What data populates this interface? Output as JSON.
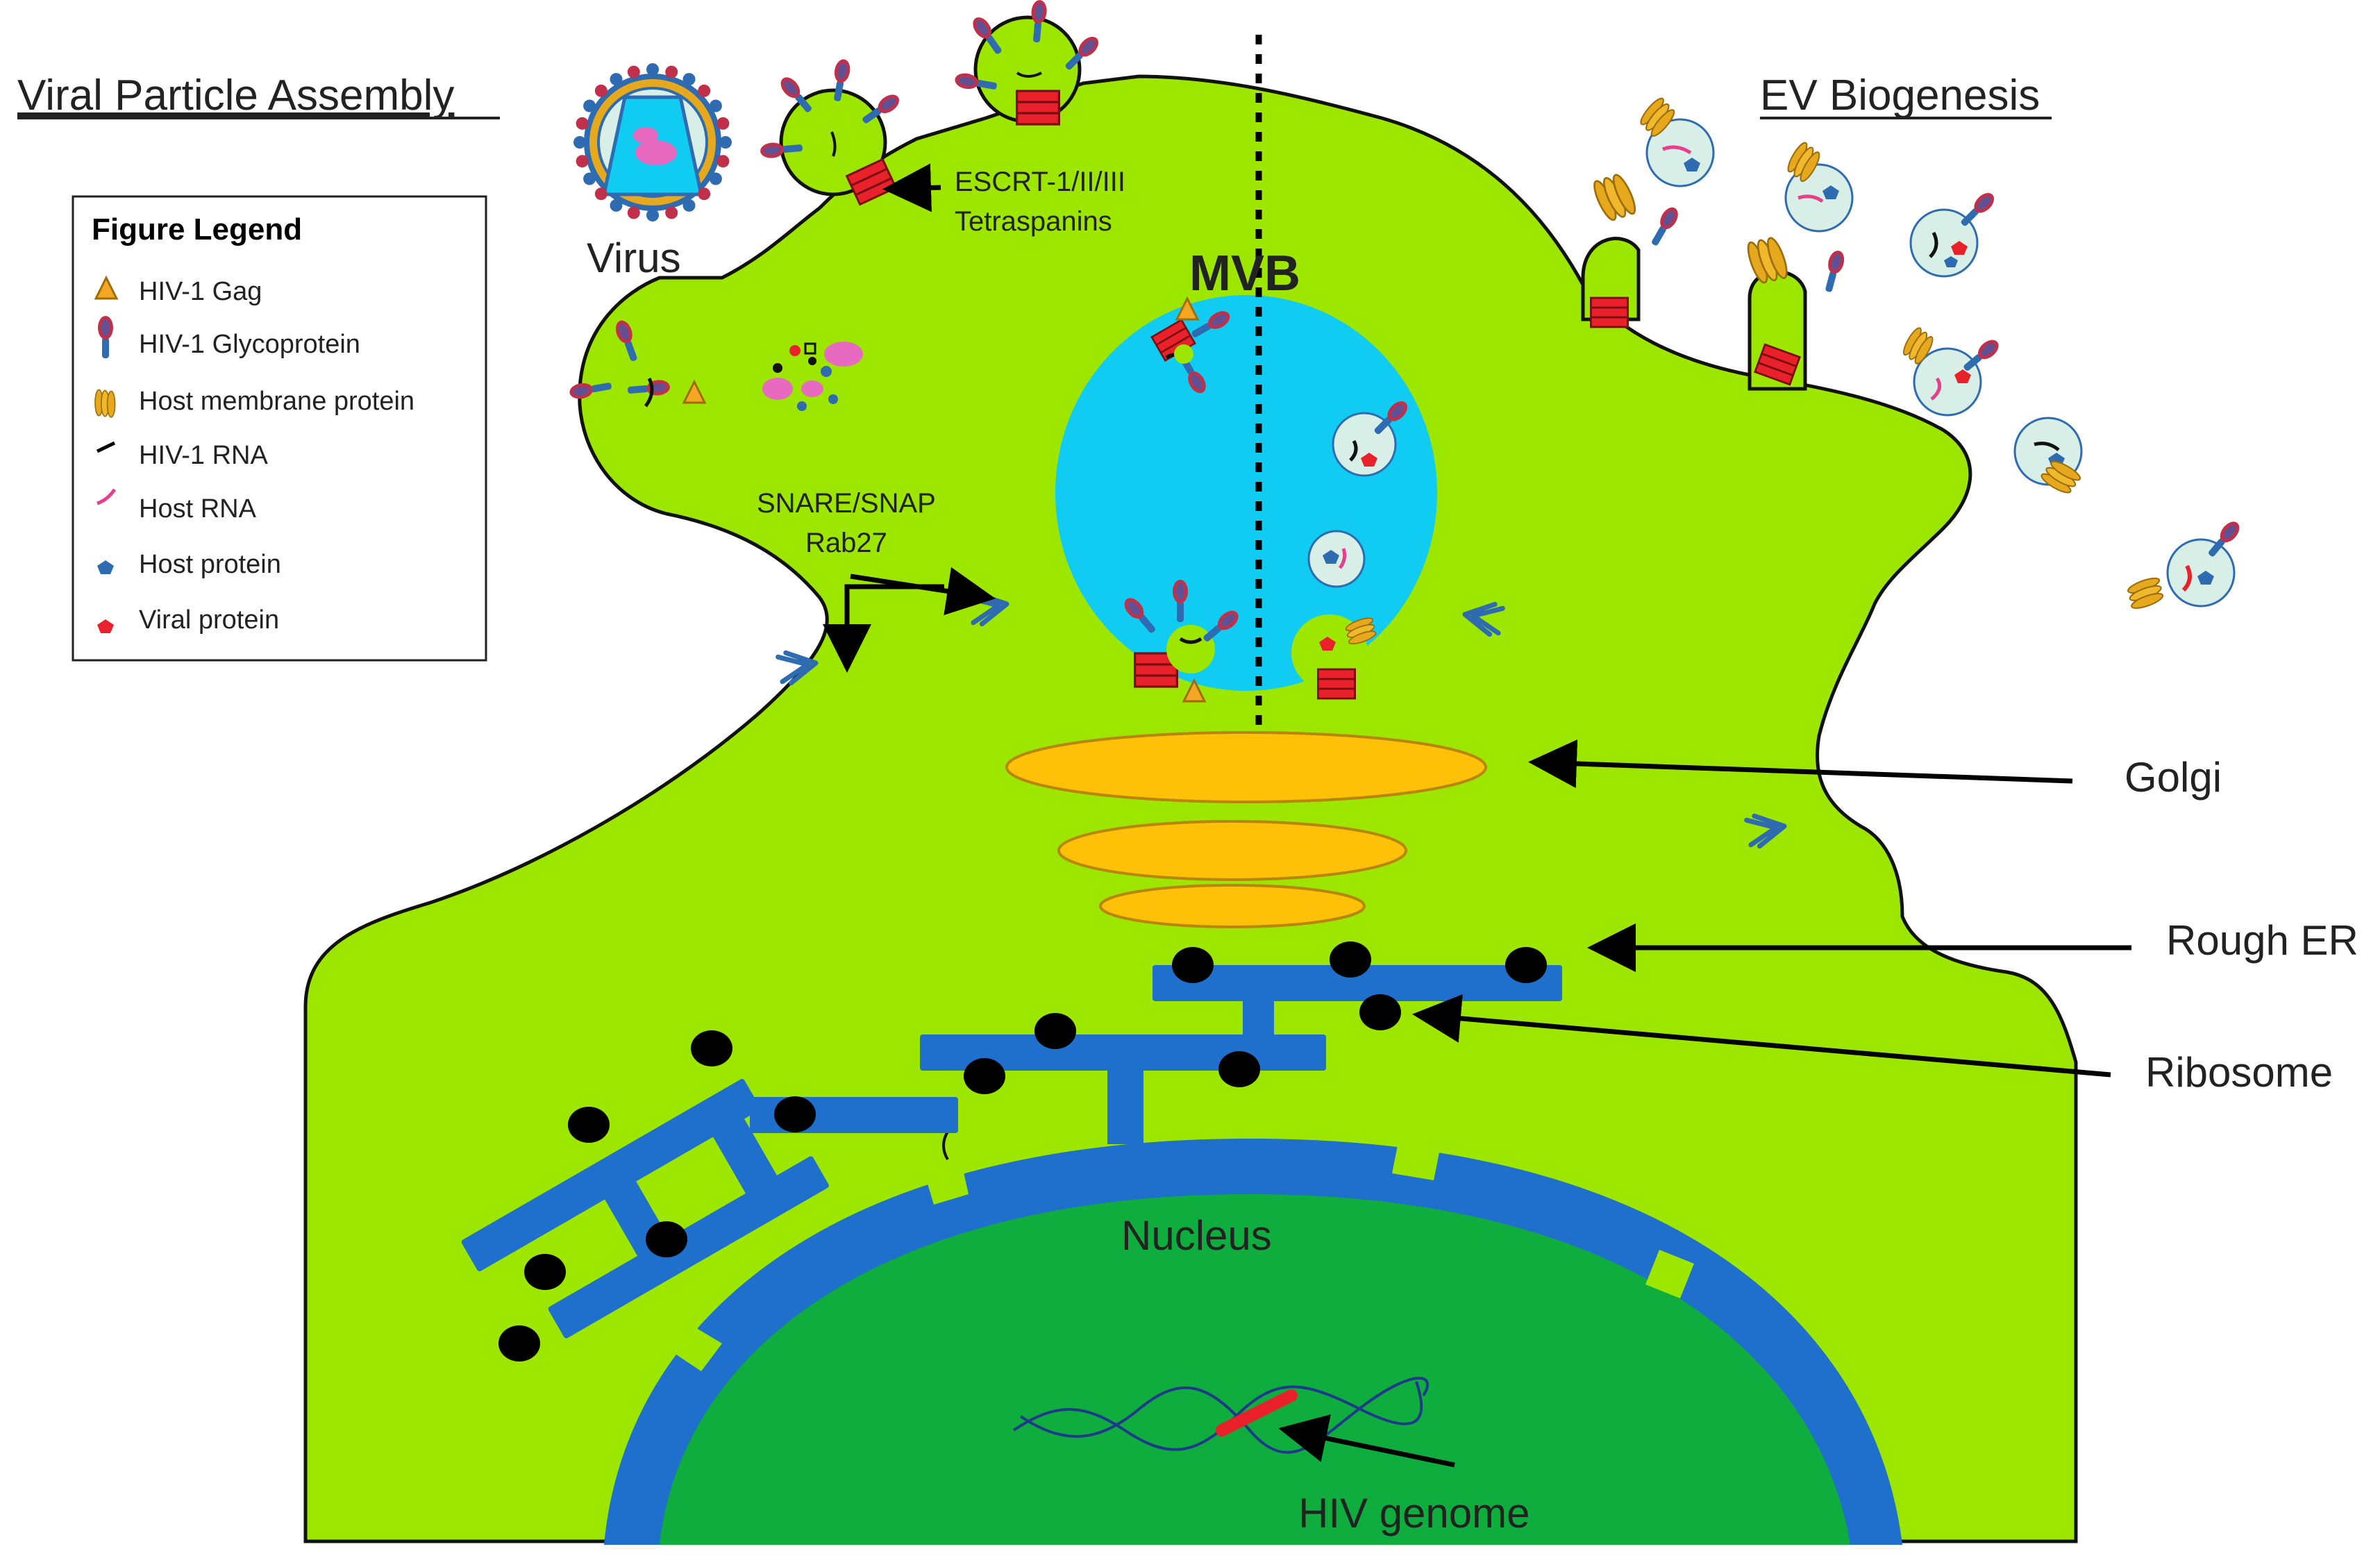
{
  "titles": {
    "left": "Viral Particle Assembly",
    "right": "EV Biogenesis"
  },
  "legend": {
    "heading": "Figure Legend",
    "items": [
      {
        "label": "HIV-1 Gag",
        "icon": "triangle-icon",
        "color": "#f5a623"
      },
      {
        "label": "HIV-1 Glycoprotein",
        "icon": "glycoprotein-icon",
        "color": "#2e6bb0"
      },
      {
        "label": "Host membrane protein",
        "icon": "membrane-protein-icon",
        "color": "#e6a91e"
      },
      {
        "label": "HIV-1 RNA",
        "icon": "rna-icon",
        "color": "#000000"
      },
      {
        "label": "Host RNA",
        "icon": "host-rna-icon",
        "color": "#e83e8c"
      },
      {
        "label": "Host protein",
        "icon": "pentagon-icon",
        "color": "#2e6bb0"
      },
      {
        "label": "Viral protein",
        "icon": "pentagon-icon",
        "color": "#e8212a"
      }
    ]
  },
  "labels": {
    "virus": "Virus",
    "escrt_line1": "ESCRT-1/II/III",
    "escrt_line2": "Tetraspanins",
    "mvb": "MVB",
    "snare_line1": "SNARE/SNAP",
    "snare_line2": "Rab27",
    "golgi": "Golgi",
    "rough_er": "Rough ER",
    "ribosome": "Ribosome",
    "nucleus": "Nucleus",
    "hiv_genome": "HIV genome"
  },
  "colors": {
    "cytoplasm": "#9de600",
    "nucleus": "#0fad3d",
    "er_blue": "#1f6fcc",
    "mvb": "#10ccf2",
    "golgi": "#ffc107",
    "golgi_stroke": "#b8860b",
    "ribosome": "#000000",
    "tetraspanin": "#e8212a"
  }
}
